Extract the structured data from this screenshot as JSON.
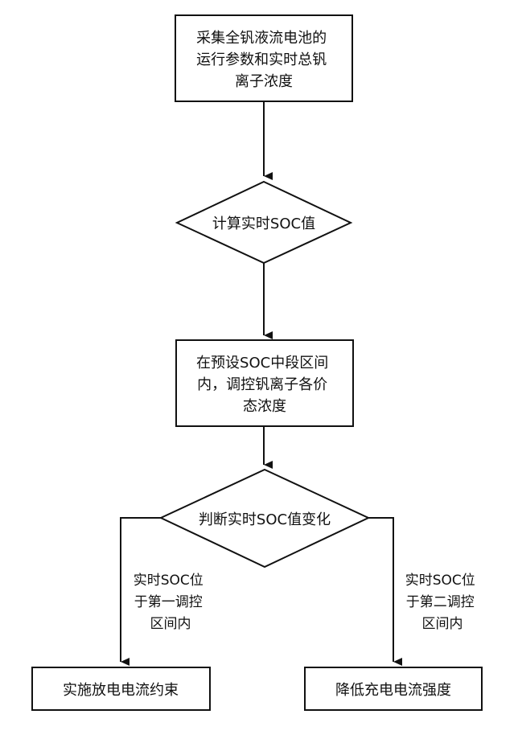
{
  "flowchart": {
    "step_collect": {
      "lines": [
        "采集全钒液流电池的",
        "运行参数和实时总钒",
        "离子浓度"
      ]
    },
    "step_compute": {
      "lines": [
        "计算实时SOC值"
      ]
    },
    "step_regulate": {
      "lines": [
        "在预设SOC中段区间",
        "内，调控钒离子各价",
        "态浓度"
      ]
    },
    "decision_judge": {
      "lines": [
        "判断实时SOC值变化"
      ]
    },
    "branch_left": {
      "lines": [
        "实时SOC位",
        "于第一调控",
        "区间内"
      ]
    },
    "branch_right": {
      "lines": [
        "实时SOC位",
        "于第二调控",
        "区间内"
      ]
    },
    "result_left": {
      "lines": [
        "实施放电电流约束"
      ]
    },
    "result_right": {
      "lines": [
        "降低充电电流强度"
      ]
    }
  }
}
